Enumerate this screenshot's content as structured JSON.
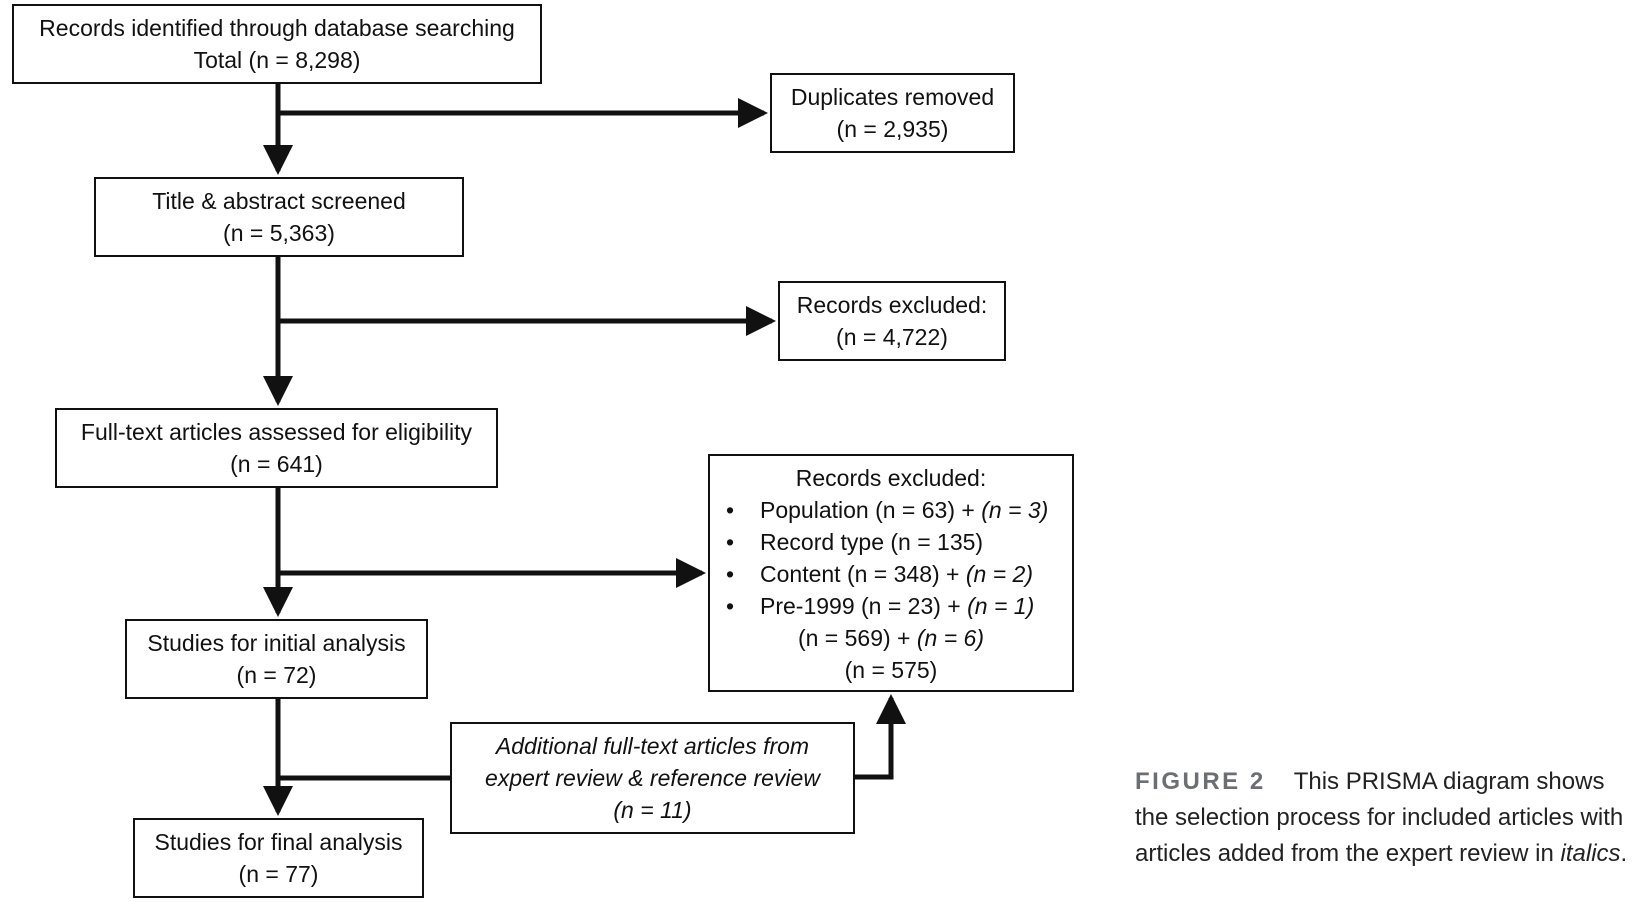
{
  "boxes": {
    "identified": {
      "line1": "Records identified through database searching",
      "line2": "Total (n = 8,298)"
    },
    "duplicates": {
      "line1": "Duplicates removed",
      "line2": "(n = 2,935)"
    },
    "screened": {
      "line1": "Title & abstract screened",
      "line2": "(n = 5,363)"
    },
    "excluded_screening": {
      "line1": "Records excluded:",
      "line2": "(n = 4,722)"
    },
    "fulltext": {
      "line1": "Full-text articles assessed for eligibility",
      "line2": "(n = 641)"
    },
    "excluded_fulltext": {
      "title": "Records excluded:",
      "items": [
        {
          "text": "Population (n = 63) + ",
          "italic": "(n = 3)"
        },
        {
          "text": "Record type (n = 135)",
          "italic": ""
        },
        {
          "text": "Content (n = 348) + ",
          "italic": "(n = 2)"
        },
        {
          "text": "Pre-1999 (n = 23) + ",
          "italic": "(n = 1)"
        }
      ],
      "subtotal": {
        "text": "(n = 569) + ",
        "italic": "(n = 6)"
      },
      "total": "(n = 575)"
    },
    "initial": {
      "line1": "Studies for initial analysis",
      "line2": "(n = 72)"
    },
    "additional": {
      "line1": "Additional full-text articles from",
      "line2": "expert review & reference review",
      "line3": "(n = 11)"
    },
    "final": {
      "line1": "Studies for final analysis",
      "line2": "(n = 77)"
    }
  },
  "caption": {
    "label": "FIGURE 2",
    "text": "This PRISMA diagram shows the selection process for included articles with articles added from the expert review in ",
    "italic": "italics",
    "end": "."
  }
}
